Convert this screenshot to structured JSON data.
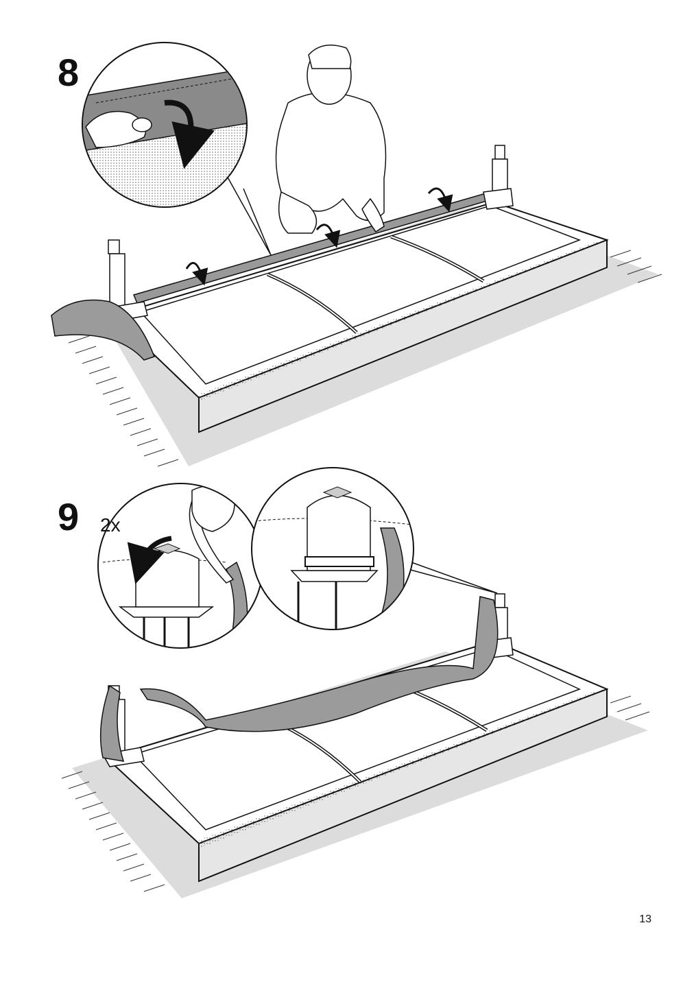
{
  "steps": [
    {
      "number": "8"
    },
    {
      "number": "9",
      "multiplier": "2x"
    }
  ],
  "page_number": "13"
}
